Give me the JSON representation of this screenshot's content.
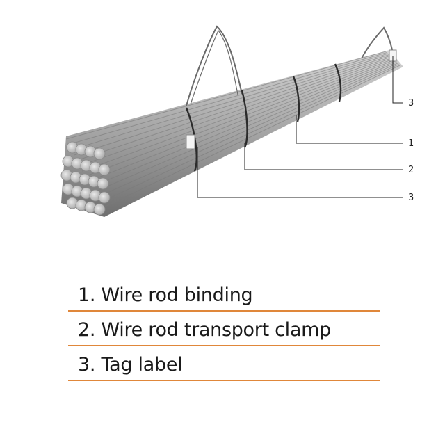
{
  "callouts": [
    {
      "number": "3",
      "target": "tag-label-far"
    },
    {
      "number": "1",
      "target": "wire-rod-binding"
    },
    {
      "number": "2",
      "target": "wire-rod-transport-clamp"
    },
    {
      "number": "3",
      "target": "tag-label-near"
    }
  ],
  "legend": [
    {
      "text": "1. Wire rod binding"
    },
    {
      "text": "2. Wire rod transport clamp"
    },
    {
      "text": "3. Tag label"
    }
  ],
  "colors": {
    "rule": "#e0873a",
    "steel_dark": "#6f6f6f",
    "steel_light": "#d8d8d8",
    "leader": "#222222"
  }
}
